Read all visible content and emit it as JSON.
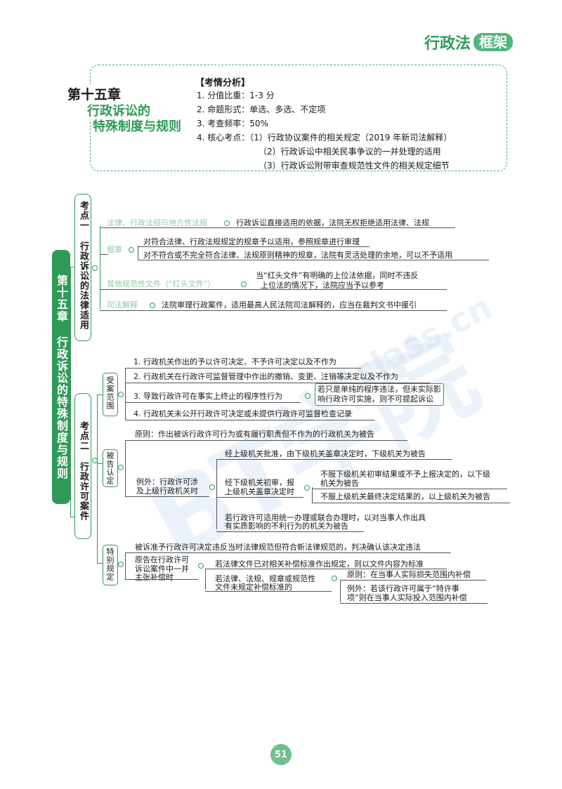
{
  "header": {
    "brand": "行政法",
    "brand_tag": "框架"
  },
  "intro": {
    "chapter_no": "第十五章",
    "chapter_title_1": "行政诉讼的",
    "chapter_title_2": "特殊制度与规则",
    "heading": "【考情分析】",
    "lines": [
      "1. 分值比重：1-3 分",
      "2. 命题形式：单选、多选、不定项",
      "3. 考查频率：50%",
      "4. 核心考点：（1）行政协议案件的相关规定（2019 年新司法解释）"
    ],
    "sub_lines": [
      "（2）行政诉讼中相关民事争议的一并处理的适用",
      "（3）行政诉讼附带审查规范性文件的相关规定细节"
    ]
  },
  "root": {
    "label": "第十五章 行政诉讼的特殊制度与规则"
  },
  "k1": {
    "title": "考点一 行政诉讼的法律适用",
    "rows": [
      {
        "key": "法律、行政法规与地方性法规",
        "text": "行政诉讼直接适用的依据，法院无权拒绝适用法律、法规"
      },
      {
        "key": "规章",
        "text_a": "对符合法律、行政法规规定的规章予以适用，参照规章进行审理",
        "text_b": "对不符合或不完全符合法律、法规原则精神的规章，法院有灵活处理的余地，可以不予适用"
      },
      {
        "key": "其他规范性文件（“红头文件”）",
        "text_a": "当“红头文件”有明确的上位法依据，同时不违反",
        "text_b": "上位法的情况下，法院应当予以参考"
      },
      {
        "key": "司法解释",
        "text": "法院审理行政案件，适用最高人民法院司法解释的，应当在裁判文书中援引"
      }
    ]
  },
  "k2": {
    "title": "考点二 行政许可案件",
    "scope": {
      "label": "受案范围",
      "items": [
        "1. 行政机关作出的予以许可决定、不予许可决定以及不作为",
        "2. 行政机关在行政许可监督管理中作出的撤销、变更、注销等决定以及不作为",
        "3. 导致行政许可在事实上终止的程序性行为",
        "4. 行政机关未公开行政许可决定或未提供行政许可监督检查记录"
      ],
      "note_a": "若只是单纯的程序违法，但未实际影",
      "note_b": "响行政许可实施，则不可提起诉讼"
    },
    "defendant": {
      "label": "被告认定",
      "principle": "原则：作出被诉行政许可行为或有履行职责但不作为的行政机关为被告",
      "exception_a": "例外：行政许可涉",
      "exception_b": "及上级行政机关时",
      "approve": "经上级机关批准，由下级机关盖章决定时，下级机关为被告",
      "review_a": "经下级机关初审，报",
      "review_b": "上级机关盖章决定时",
      "review_1a": "不服下级机关初审结果或不予上报决定的，以下级",
      "review_1b": "机关为被告",
      "review_2": "不服上级机关最终决定结果的，以上级机关为被告",
      "joint_a": "若行政许可适用统一办理或联合办理时，以对当事人作出具",
      "joint_b": "有实质影响的不利行为的机关为被告"
    },
    "special": {
      "label": "特别规定",
      "rule": "被诉准予行政许可决定违反当时法律规范但符合新法律规范的，判决确认该决定违法",
      "claim_a": "原告在行政许可",
      "claim_b": "诉讼案件中一并",
      "claim_c": "主张补偿时",
      "std_yes": "若法律文件已对相关补偿标准作出规定，则以文件内容为标准",
      "std_no_a": "若法律、法规、规章或规范性",
      "std_no_b": "文件未规定补偿标准的",
      "principle": "原则：在当事人实际损失范围内补偿",
      "exception_a": "例外：若该行政许可属于“特许事",
      "exception_b": "项”则在当事人实际投入范围内补偿"
    }
  },
  "watermark": {
    "text_1": "BT学院",
    "text_2": "btclass.cn"
  },
  "page_number": "51",
  "colors": {
    "accent": "#2f9a57",
    "accent_light": "#8fc9a4",
    "dashed_border": "#4caf6e"
  }
}
